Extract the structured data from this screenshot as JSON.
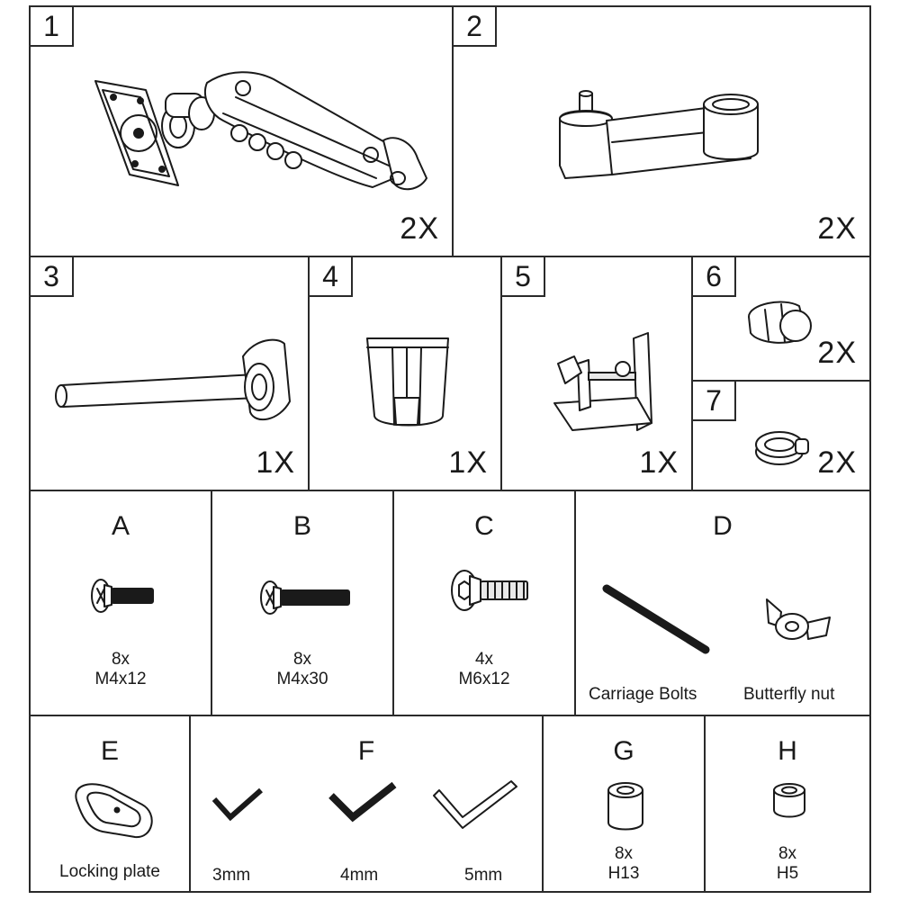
{
  "parts": [
    {
      "number": "1",
      "qty": "2X",
      "icon": "monitor-arm-icon"
    },
    {
      "number": "2",
      "qty": "2X",
      "icon": "arm-extension-icon"
    },
    {
      "number": "3",
      "qty": "1X",
      "icon": "pole-icon"
    },
    {
      "number": "4",
      "qty": "1X",
      "icon": "cable-clip-icon"
    },
    {
      "number": "5",
      "qty": "1X",
      "icon": "desk-clamp-icon"
    },
    {
      "number": "6",
      "qty": "2X",
      "icon": "collar-ring-icon"
    },
    {
      "number": "7",
      "qty": "2X",
      "icon": "split-ring-icon"
    }
  ],
  "hardware": {
    "A": {
      "letter": "A",
      "count": "8x",
      "size": "M4x12",
      "icon": "phillips-screw-short-icon"
    },
    "B": {
      "letter": "B",
      "count": "8x",
      "size": "M4x30",
      "icon": "phillips-screw-long-icon"
    },
    "C": {
      "letter": "C",
      "count": "4x",
      "size": "M6x12",
      "icon": "hex-socket-screw-icon"
    },
    "D": {
      "letter": "D",
      "items": [
        {
          "label": "Carriage Bolts",
          "icon": "carriage-bolt-icon"
        },
        {
          "label": "Butterfly nut",
          "icon": "wing-nut-icon"
        }
      ]
    },
    "E": {
      "letter": "E",
      "label": "Locking plate",
      "icon": "locking-plate-icon"
    },
    "F": {
      "letter": "F",
      "keys": [
        {
          "size": "3mm",
          "icon": "hex-key-3mm-icon"
        },
        {
          "size": "4mm",
          "icon": "hex-key-4mm-icon"
        },
        {
          "size": "5mm",
          "icon": "hex-key-5mm-icon"
        }
      ]
    },
    "G": {
      "letter": "G",
      "count": "8x",
      "size": "H13",
      "icon": "spacer-tall-icon"
    },
    "H": {
      "letter": "H",
      "count": "8x",
      "size": "H5",
      "icon": "spacer-short-icon"
    }
  }
}
